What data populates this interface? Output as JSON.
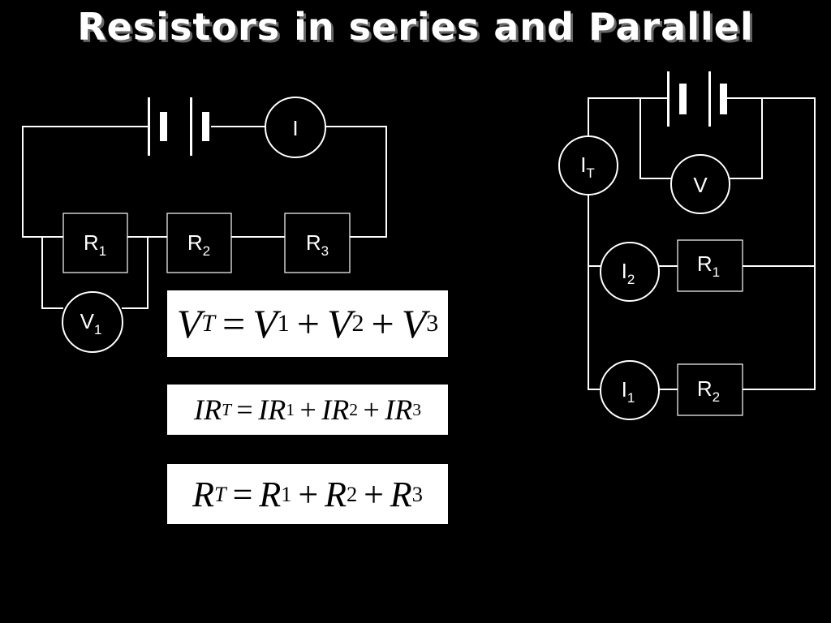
{
  "title": "Resistors in series and Parallel",
  "series_circuit": {
    "ammeter": {
      "symbol": "I"
    },
    "resistors": [
      {
        "symbol": "R",
        "sub": "1"
      },
      {
        "symbol": "R",
        "sub": "2"
      },
      {
        "symbol": "R",
        "sub": "3"
      }
    ],
    "voltmeter": {
      "symbol": "V",
      "sub": "1"
    }
  },
  "parallel_circuit": {
    "total_ammeter": {
      "symbol": "I",
      "sub": "T"
    },
    "voltmeter": {
      "symbol": "V"
    },
    "branch_top": {
      "ammeter": {
        "symbol": "I",
        "sub": "2"
      },
      "resistor": {
        "symbol": "R",
        "sub": "1"
      }
    },
    "branch_bottom": {
      "ammeter": {
        "symbol": "I",
        "sub": "1"
      },
      "resistor": {
        "symbol": "R",
        "sub": "2"
      }
    }
  },
  "equations": {
    "voltage": {
      "lhs": "V",
      "lhs_sub": "T",
      "eq": "=",
      "t1": "V",
      "t1_sub": "1",
      "plus1": "+",
      "t2": "V",
      "t2_sub": "2",
      "plus2": "+",
      "t3": "V",
      "t3_sub": "3"
    },
    "ir": {
      "lhs": "IR",
      "lhs_sub": "T",
      "eq": "=",
      "t1": "IR",
      "t1_sub": "1",
      "plus1": "+",
      "t2": "IR",
      "t2_sub": "2",
      "plus2": "+",
      "t3": "IR",
      "t3_sub": "3"
    },
    "resistance": {
      "lhs": "R",
      "lhs_sub": "T",
      "eq": "=",
      "t1": "R",
      "t1_sub": "1",
      "plus1": "+",
      "t2": "R",
      "t2_sub": "2",
      "plus2": "+",
      "t3": "R",
      "t3_sub": "3"
    }
  },
  "colors": {
    "background": "#000000",
    "foreground": "#ffffff"
  }
}
